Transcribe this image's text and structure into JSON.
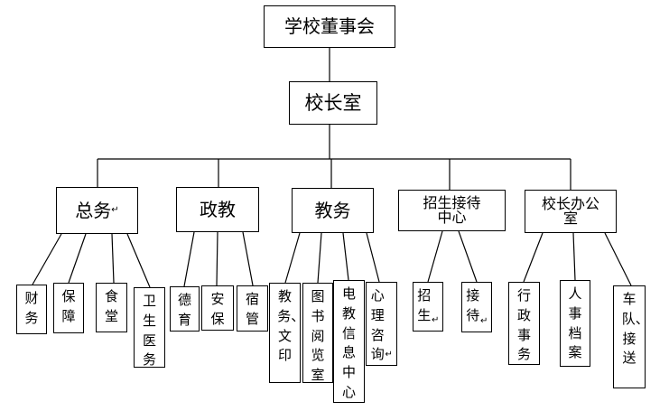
{
  "top": "学校董事会",
  "principal": "校长室",
  "departments": [
    {
      "label": "总务",
      "mark": "↵"
    },
    {
      "label": "政教",
      "mark": ""
    },
    {
      "label": "教务",
      "mark": ""
    },
    {
      "label": "招生接待中心",
      "mark": ""
    },
    {
      "label": "校长办公室",
      "mark": ""
    }
  ],
  "units": [
    {
      "label": "财务",
      "mark": ""
    },
    {
      "label": "保障",
      "mark": ""
    },
    {
      "label": "食堂",
      "mark": ""
    },
    {
      "label": "卫生医务",
      "mark": ""
    },
    {
      "label": "德育",
      "mark": ""
    },
    {
      "label": "安保",
      "mark": ""
    },
    {
      "label": "宿管",
      "mark": ""
    },
    {
      "label": "教务、文印",
      "mark": ""
    },
    {
      "label": "图书阅览室",
      "mark": ""
    },
    {
      "label": "电教信息中心",
      "mark": ""
    },
    {
      "label": "心理咨询",
      "mark": "↵"
    },
    {
      "label": "招生",
      "mark": "↵"
    },
    {
      "label": "接待",
      "mark": "↵"
    },
    {
      "label": "行政事务",
      "mark": ""
    },
    {
      "label": "人事档案",
      "mark": ""
    },
    {
      "label": "车队、接送",
      "mark": ""
    }
  ]
}
